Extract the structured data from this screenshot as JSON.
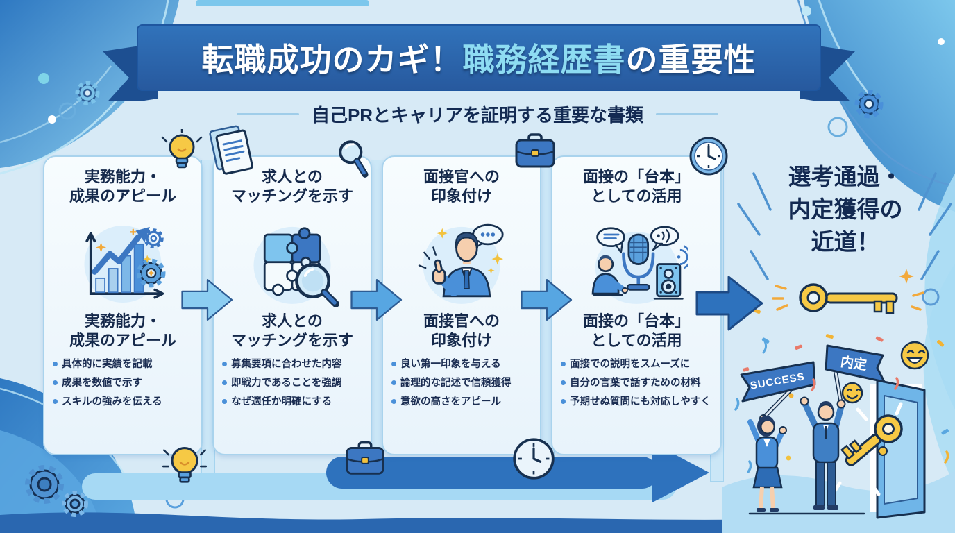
{
  "palette": {
    "background": "#d7eaf6",
    "banner_blue": "#2b66ae",
    "banner_fold": "#1d4f91",
    "title_highlight": "#8edcf2",
    "heading_navy": "#15294b",
    "card_bg": "#f2f9fd",
    "card_border": "#a9d3ed",
    "bullet_blue": "#4a90d9",
    "arrow_light": "#8ccdf1",
    "arrow_mid": "#57a6e2",
    "arrow_dark": "#2e72bd",
    "key_gold": "#f6c945",
    "accent_orange": "#f2a93b",
    "wave_blue": "#4a90d9",
    "flag_blue": "#3c77c2"
  },
  "header": {
    "title_part1": "転職成功のカギ！",
    "title_highlight": "職務経歴書",
    "title_part2": "の重要性",
    "subtitle": "自己PRとキャリアを証明する重要な書類"
  },
  "cards": [
    {
      "icon": "growth-chart-icon",
      "heading_lines": [
        "実務能力・",
        "成果のアピール"
      ],
      "bullets": [
        "具体的に実績を記載",
        "成果を数値で示す",
        "スキルの強みを伝える"
      ]
    },
    {
      "icon": "puzzle-match-icon",
      "heading_lines": [
        "求人との",
        "マッチングを示す"
      ],
      "bullets": [
        "募集要項に合わせた内容",
        "即戦力であることを強調",
        "なぜ適任か明確にする"
      ]
    },
    {
      "icon": "interviewer-impression-icon",
      "heading_lines": [
        "面接官への",
        "印象付け"
      ],
      "bullets": [
        "良い第一印象を与える",
        "論理的な記述で信頼獲得",
        "意欲の高さをアピール"
      ]
    },
    {
      "icon": "interview-script-icon",
      "heading_lines": [
        "面接の「台本」",
        "としての活用"
      ],
      "bullets": [
        "面接での説明をスムーズに",
        "自分の言葉で話すための材料",
        "予期せぬ質問にも対応しやすく"
      ]
    }
  ],
  "result": {
    "title_lines": [
      "選考通過・",
      "内定獲得の",
      "近道！"
    ],
    "flag_left": "SUCCESS",
    "flag_right": "内定"
  },
  "decor_icons": [
    "lightbulb-icon",
    "document-icon",
    "magnifier-icon",
    "briefcase-icon",
    "clock-icon",
    "gear-icon",
    "circle-icon",
    "key-icon",
    "smiley-icon",
    "door-icon",
    "confetti-icon"
  ]
}
